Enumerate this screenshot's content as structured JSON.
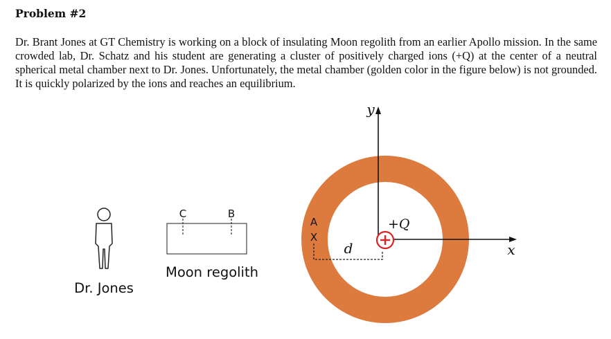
{
  "heading": "Problem #2",
  "body_text": "Dr. Brant Jones at GT Chemistry is working on a block of insulating Moon regolith from an earlier Apollo mission. In the same crowded lab, Dr. Schatz and his student are generating a cluster of positively charged ions (+Q) at the center of a neutral spherical metal chamber next to Dr. Jones. Unfortunately, the metal chamber (golden color in the figure below) is not grounded. It is quickly polarized by the ions and reaches an equilibrium.",
  "figure": {
    "person_label": "Dr. Jones",
    "block_label": "Moon regolith",
    "point_c": "C",
    "point_b": "B",
    "point_a": "A",
    "point_x_marker": "X",
    "distance_label": "d",
    "charge_label": "+Q",
    "axis_y": "y",
    "axis_x": "x",
    "shell_color": "#DD7A3E",
    "charge_color": "#E02020"
  }
}
